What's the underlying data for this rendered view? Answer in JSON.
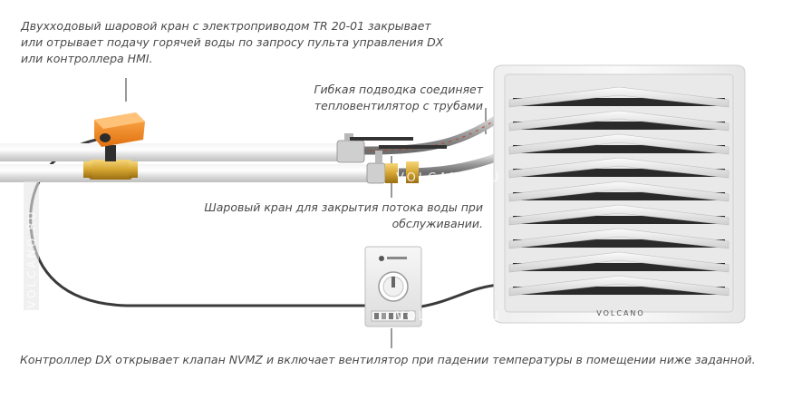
{
  "captions": {
    "valve": [
      "Двухходовый шаровой кран с электроприводом TR 20-01 закрывает",
      "или отрывает подачу горячей воды по запросу пульта управления DX",
      "или контроллера HMI."
    ],
    "hose": [
      "Гибкая подводка соединяет",
      "тепловентилятор с трубами"
    ],
    "ball_valve": [
      "Шаровый кран для закрытия потока воды при",
      "обслуживании."
    ],
    "controller": [
      "Контроллер DX открывает клапан NVMZ и включает вентилятор при падении температуры в помещении ниже заданной."
    ]
  },
  "heater": {
    "brand": "VOLCANO"
  },
  "watermark": "VOLCANO.RU"
}
